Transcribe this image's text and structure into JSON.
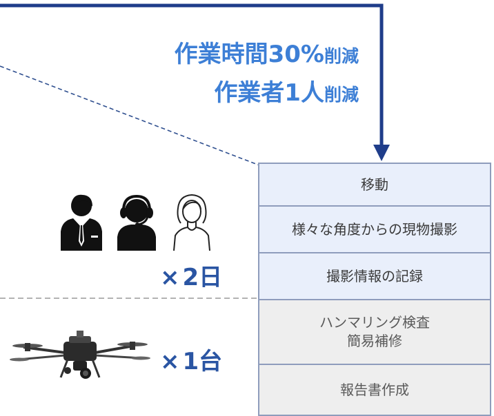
{
  "headline": {
    "line1_main": "作業時間30%",
    "line1_suffix": "削減",
    "line2_main": "作業者1人",
    "line2_suffix": "削減"
  },
  "tasks": [
    {
      "label": "移動",
      "group": "human"
    },
    {
      "label": "様々な角度からの現物撮影",
      "group": "human"
    },
    {
      "label": "撮影情報の記録",
      "group": "human"
    },
    {
      "label": "ハンマリング検査\n簡易補修",
      "group": "drone"
    },
    {
      "label": "報告書作成",
      "group": "drone"
    }
  ],
  "workers": {
    "icons": [
      "businessman-icon",
      "headset-operator-icon",
      "woman-outline-icon"
    ],
    "multiplier_symbol": "×",
    "multiplier_text": "2日"
  },
  "drone": {
    "icon": "drone-icon",
    "multiplier_symbol": "×",
    "multiplier_text": "1台"
  },
  "colors": {
    "headline": "#3d7fd6",
    "arrow": "#1f3d8a",
    "multiplier": "#2a55a3",
    "task_blue": "#e9effb",
    "task_gray": "#eeeeee"
  }
}
